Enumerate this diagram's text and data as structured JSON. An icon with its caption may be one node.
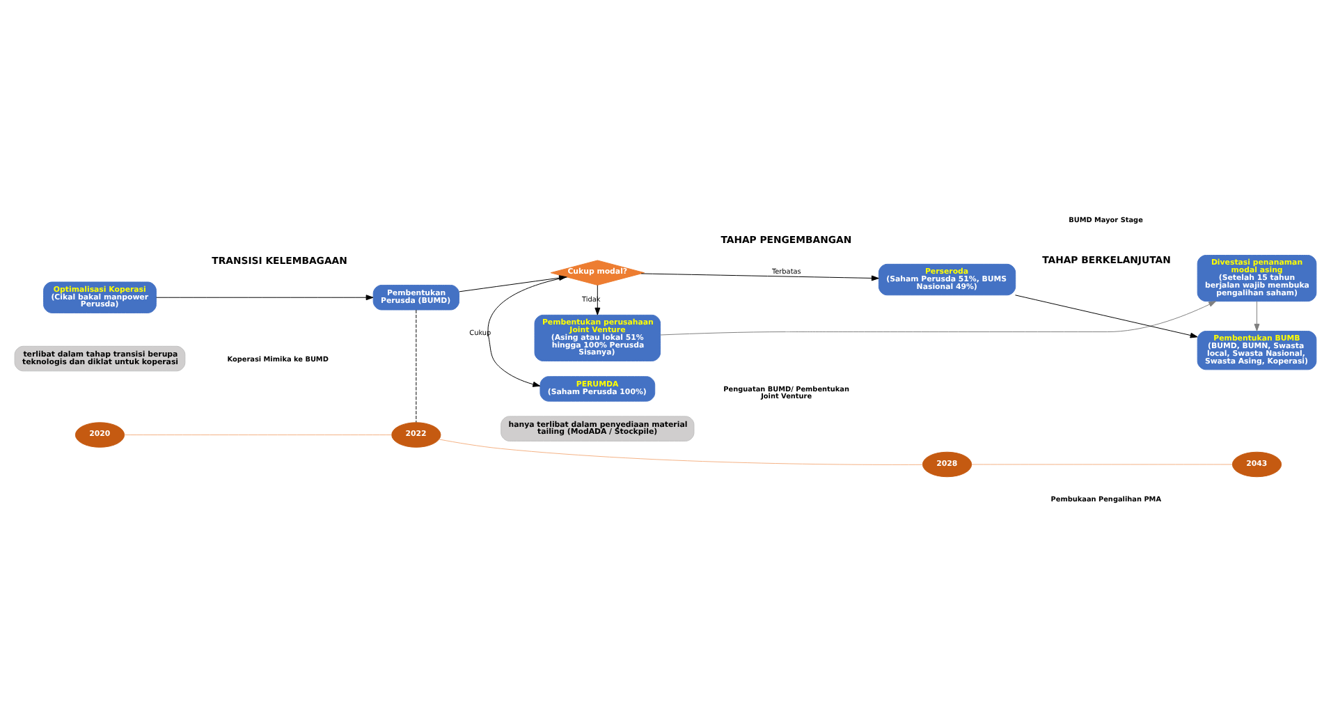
{
  "diagram": {
    "nodes": [
      {
        "text": [
          "Optimalisasi Koperasi",
          "(Cikal bakal manpower Perusda)"
        ]
      },
      {
        "text": [
          "Pembentukan Perusda (BUMD)"
        ]
      },
      {
        "text": [
          "Cukup modal?"
        ]
      },
      {
        "text": [
          "Pembentukan perusahaan Joint Venture",
          "(Asing atau lokal 51% hingga 100% Perusda Sisanya)"
        ]
      },
      {
        "text": [
          "Divestasi penanaman modal asing",
          "(Setelah 15 tahun berjalan wajib membuka pengalihan saham)"
        ]
      },
      {
        "text": [
          "Perseroda",
          "(Saham Perusda 51%, BUMS Nasional 49%)"
        ]
      },
      {
        "text": [
          "Pembentukan BUMB",
          "(BUMD, BUMN, Swasta local, Swasta Nasional, Swasta Asing, Koperasi)"
        ]
      },
      {
        "text": [
          "PERUMDA",
          "(Saham Perusda 100%)"
        ]
      },
      {
        "text": [
          "2020"
        ]
      },
      {
        "text": [
          "2022"
        ]
      },
      {
        "text": [
          "2028"
        ]
      },
      {
        "text": [
          "2043"
        ]
      },
      {
        "text": [
          "terlibat dalam tahap transisi berupa teknologis dan diklat untuk koperasi"
        ]
      },
      {
        "text": [
          "hanya terlibat dalam penyediaan material tailing (ModADA / Stockpile)"
        ]
      }
    ],
    "edges": [
      {
        "from": 0,
        "to": 1,
        "arrow": "to"
      },
      {
        "from": 1,
        "to": 2,
        "arrow": "to"
      },
      {
        "from": 2,
        "to": 3,
        "arrow": "to",
        "label": "Tidak"
      },
      {
        "from": 2,
        "to": 5,
        "arrow": "to",
        "label": "Terbatas"
      },
      {
        "from": 2,
        "to": 7,
        "arrow": "to",
        "label": "Cukup"
      },
      {
        "from": 3,
        "to": 4,
        "arrow": "to",
        "color": "#7f7f7f"
      },
      {
        "from": 4,
        "to": 6,
        "arrow": "to",
        "color": "#7f7f7f"
      },
      {
        "from": 5,
        "to": 6,
        "arrow": "to"
      },
      {
        "from": 1,
        "to": 9,
        "arrow": "none",
        "style": "dashed"
      },
      {
        "from": 8,
        "to": 9,
        "arrow": "none",
        "color": "#f4b183"
      },
      {
        "from": 9,
        "to": 10,
        "arrow": "none",
        "color": "#f4b183"
      },
      {
        "from": 10,
        "to": 11,
        "arrow": "none",
        "color": "#f4b183"
      }
    ],
    "labels": [
      "TRANSISI KELEMBAGAAN",
      "Koperasi Mimika ke BUMD",
      "TAHAP PENGEMBANGAN",
      "Penguatan BUMD/ Pembentukan Joint Venture",
      "TAHAP BERKELANJUTAN",
      "BUMD Mayor Stage",
      "Pembukaan Pengalihan PMA"
    ]
  }
}
